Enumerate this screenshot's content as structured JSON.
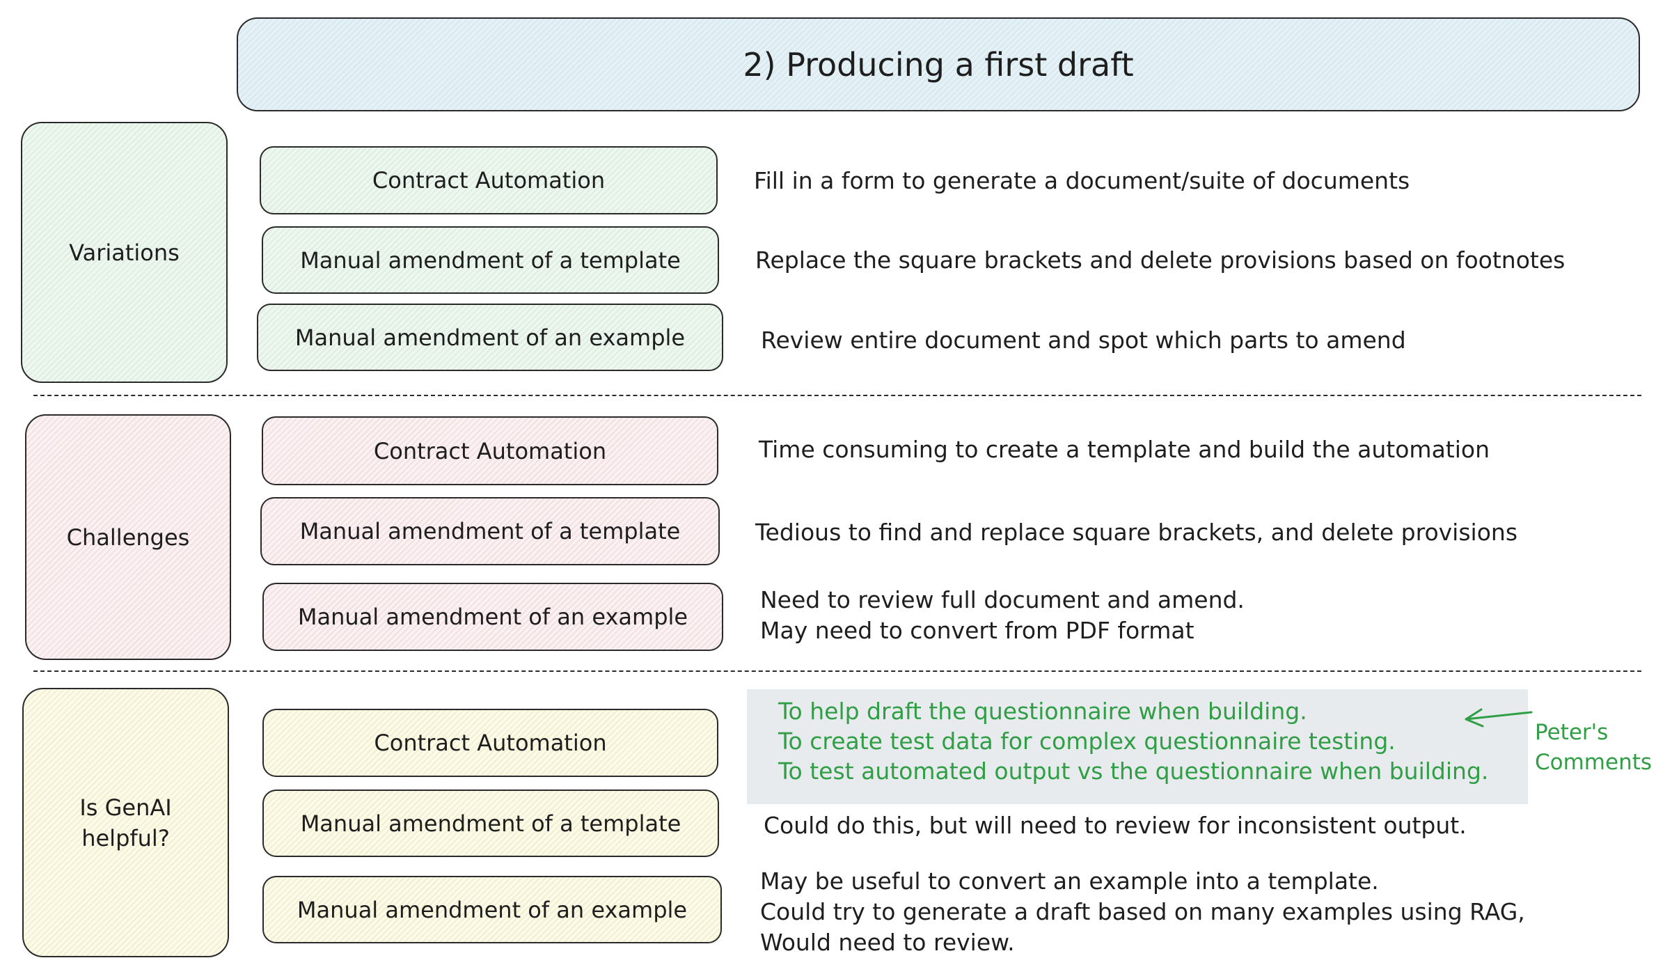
{
  "title": "2) Producing a first draft",
  "sections": [
    {
      "label": "Variations",
      "items": [
        {
          "label": "Contract Automation",
          "desc": "Fill in a form to generate a document/suite of documents"
        },
        {
          "label": "Manual amendment of a template",
          "desc": "Replace the square brackets and delete provisions based on footnotes"
        },
        {
          "label": "Manual amendment of an example",
          "desc": "Review entire document and spot which parts to amend"
        }
      ]
    },
    {
      "label": "Challenges",
      "items": [
        {
          "label": "Contract Automation",
          "desc": "Time consuming to create a template and build the automation"
        },
        {
          "label": "Manual amendment of a template",
          "desc": "Tedious to find and replace square brackets, and delete provisions"
        },
        {
          "label": "Manual amendment of an example",
          "desc": "Need to review full document and amend.\nMay need to convert from PDF format"
        }
      ]
    },
    {
      "label": "Is GenAI\nhelpful?",
      "items": [
        {
          "label": "Contract Automation",
          "desc": ""
        },
        {
          "label": "Manual amendment of a template",
          "desc": "Could do this, but will need to review for inconsistent output."
        },
        {
          "label": "Manual amendment of an example",
          "desc": "May be useful to convert an example into a template.\nCould try to generate a draft based on many examples using RAG,\nWould need to review."
        }
      ]
    }
  ],
  "genai_contract_comments": [
    "To help draft the questionnaire when building.",
    "To create test data for complex questionnaire testing.",
    "To test automated output vs the questionnaire when building."
  ],
  "annotation": "Peter's\nComments",
  "colors": {
    "title_fill": "#dbeaf1",
    "variations_fill": "#e8f4ea",
    "challenges_fill": "#f8eced",
    "genai_fill": "#faf8e3",
    "comment_fill": "#e7ebee",
    "comment_text": "#2f9e44",
    "stroke": "#2a2a2a"
  }
}
